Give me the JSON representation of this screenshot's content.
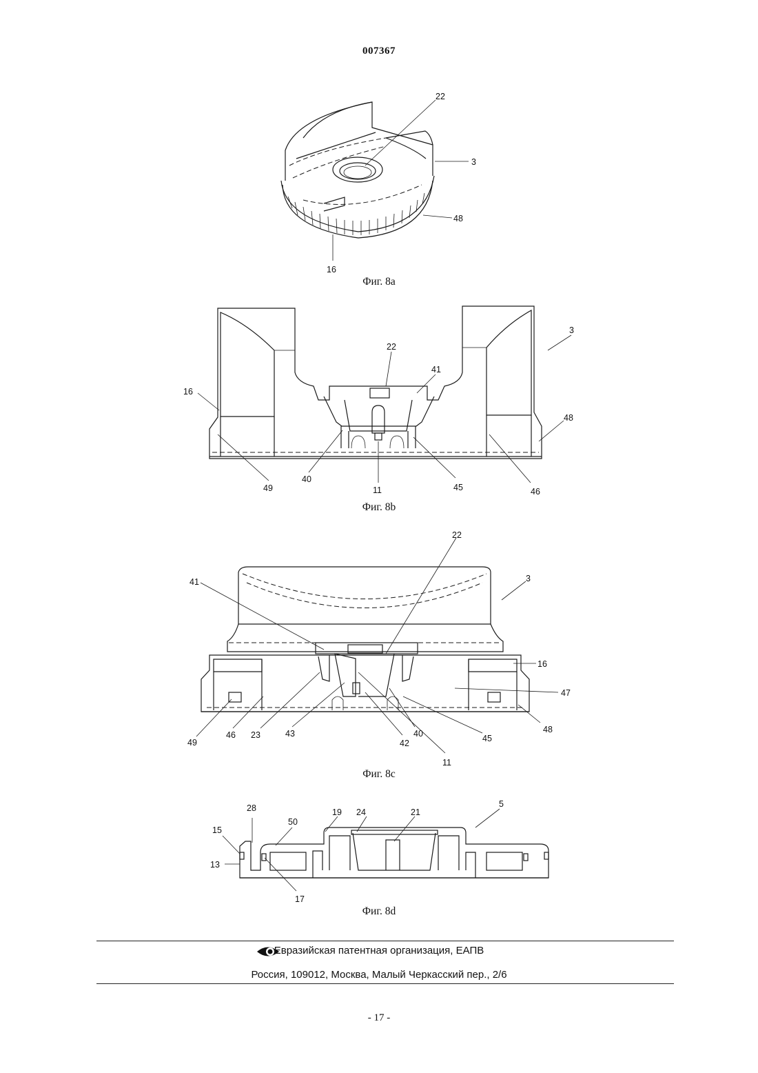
{
  "header": {
    "doc_number": "007367"
  },
  "figures": {
    "fig8a": {
      "caption": "Фиг. 8a",
      "labels": {
        "l22": "22",
        "l3": "3",
        "l48": "48",
        "l16": "16"
      }
    },
    "fig8b": {
      "caption": "Фиг. 8b",
      "labels": {
        "l3": "3",
        "l22": "22",
        "l41": "41",
        "l16": "16",
        "l48": "48",
        "l49": "49",
        "l40": "40",
        "l11": "11",
        "l45": "45",
        "l46": "46"
      }
    },
    "fig8c": {
      "caption": "Фиг. 8c",
      "labels": {
        "l22": "22",
        "l3": "3",
        "l41": "41",
        "l16": "16",
        "l47": "47",
        "l48": "48",
        "l49": "49",
        "l46": "46",
        "l23": "23",
        "l43": "43",
        "l42": "42",
        "l40": "40",
        "l45": "45",
        "l11": "11"
      }
    },
    "fig8d": {
      "caption": "Фиг. 8d",
      "labels": {
        "l28": "28",
        "l50": "50",
        "l19": "19",
        "l24": "24",
        "l21": "21",
        "l5": "5",
        "l15": "15",
        "l13": "13",
        "l17": "17"
      }
    }
  },
  "footer": {
    "org_name": "Евразийская патентная организация, ЕАПВ",
    "address": "Россия, 109012, Москва, Малый Черкасский пер., 2/6",
    "page_number": "- 17 -",
    "logo_icon": "eye-logo-icon"
  }
}
